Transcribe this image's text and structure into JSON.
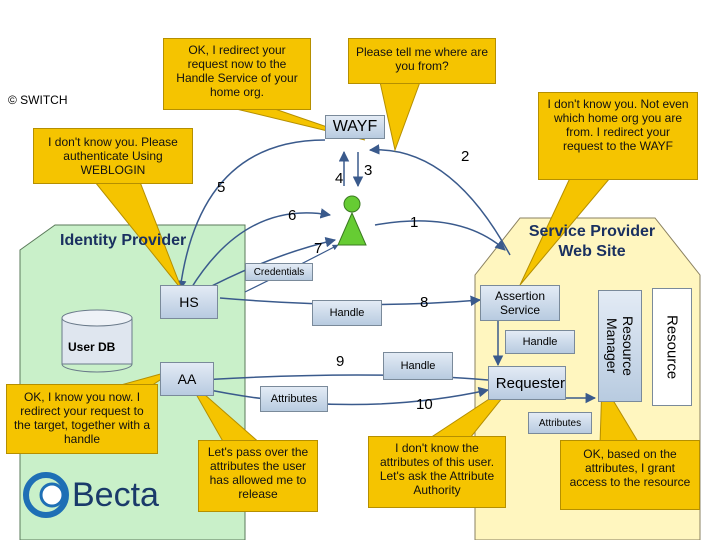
{
  "copyright": "© SWITCH",
  "callouts": {
    "redirect_home": "OK, I redirect your request now to the Handle Service of your home org.",
    "where_from": "Please tell me where are you from?",
    "dont_know_redirect": "I don't know you. Not even which home org you are from. I redirect your request to the WAYF",
    "authenticate": "I don't know you. Please authenticate Using WEBLOGIN",
    "know_you_now": "OK, I know you now. I redirect your request to the target, together with a handle",
    "pass_over": "Let's pass over the attributes the user has allowed me to release",
    "dont_know_attrs": "I don't know the attributes of this user. Let's ask the Attribute Authority",
    "ok_grant": "OK, based on the attributes, I grant access to the resource"
  },
  "labels": {
    "wayf": "WAYF",
    "identity_provider": "Identity Provider",
    "service_provider": "Service Provider Web Site",
    "credentials": "Credentials",
    "hs": "HS",
    "user_db": "User DB",
    "aa": "AA",
    "handle_8": "Handle",
    "handle_9": "Handle",
    "handle_sp": "Handle",
    "attributes_aa": "Attributes",
    "attributes_sp": "Attributes",
    "assertion_service": "Assertion Service",
    "requester": "Requester",
    "resource_manager": "Resource Manager",
    "resource": "Resource",
    "logo": "Becta"
  },
  "steps": {
    "s1": "1",
    "s2": "2",
    "s3": "3",
    "s4": "4",
    "s5": "5",
    "s6": "6",
    "s7": "7",
    "s8": "8",
    "s9": "9",
    "s10": "10"
  },
  "colors": {
    "idp_fill": "#c9f0c9",
    "sp_fill": "#fff6bf",
    "callout": "#f5c400",
    "arrow": "#3a5a8c",
    "user": "#66cc33",
    "logo": "#1e6fb5"
  }
}
